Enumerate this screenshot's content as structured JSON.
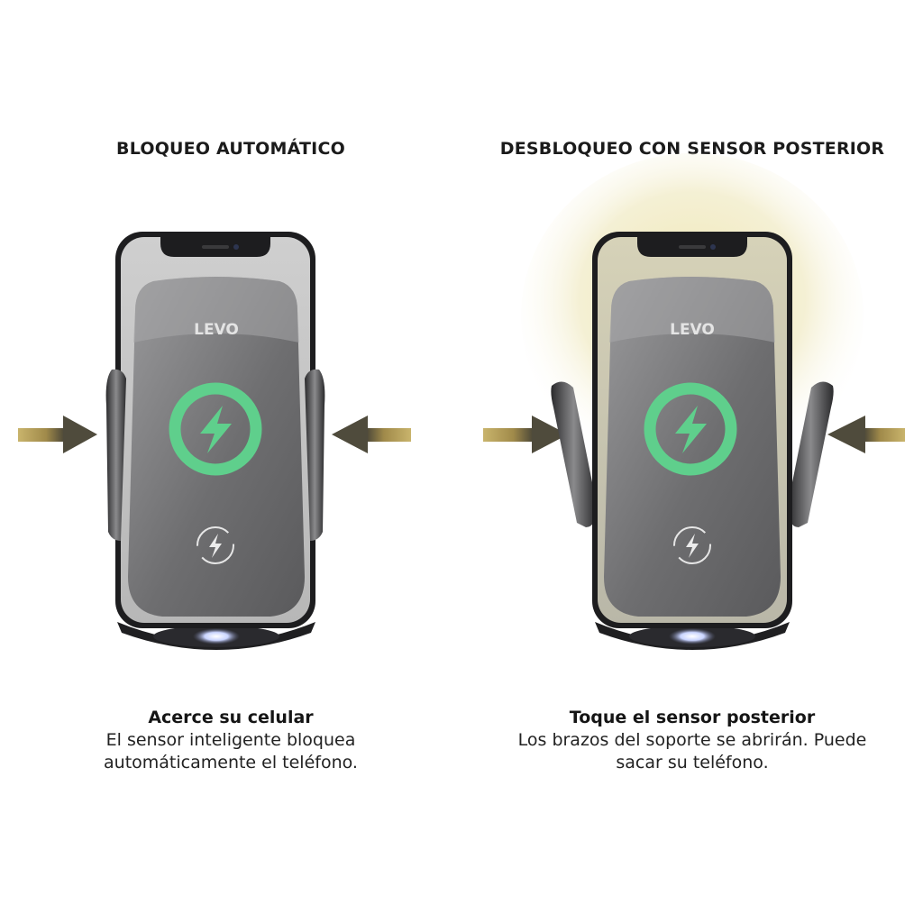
{
  "brand_logo": "LEVO",
  "colors": {
    "arrow": "#b19a55",
    "charge_ring": "#5fcf8c",
    "glow": "#ece2a8",
    "holder": "#7d7d7f",
    "phone_frame": "#1d1d1f"
  },
  "panels": [
    {
      "heading": "BLOQUEO AUTOMÁTICO",
      "caption_title": "Acerce su celular",
      "caption_body": "El sensor inteligente bloquea automáticamente el teléfono.",
      "arms": "closed",
      "icons": [
        "arrow-right-icon",
        "arrow-left-icon",
        "charging-bolt-icon",
        "wireless-charge-icon"
      ]
    },
    {
      "heading": "DESBLOQUEO CON SENSOR POSTERIOR",
      "caption_title": "Toque el sensor posterior",
      "caption_body": "Los brazos del soporte se abrirán. Puede sacar su teléfono.",
      "arms": "open",
      "icons": [
        "arrow-right-icon",
        "arrow-left-icon",
        "charging-bolt-icon",
        "wireless-charge-icon"
      ]
    }
  ]
}
